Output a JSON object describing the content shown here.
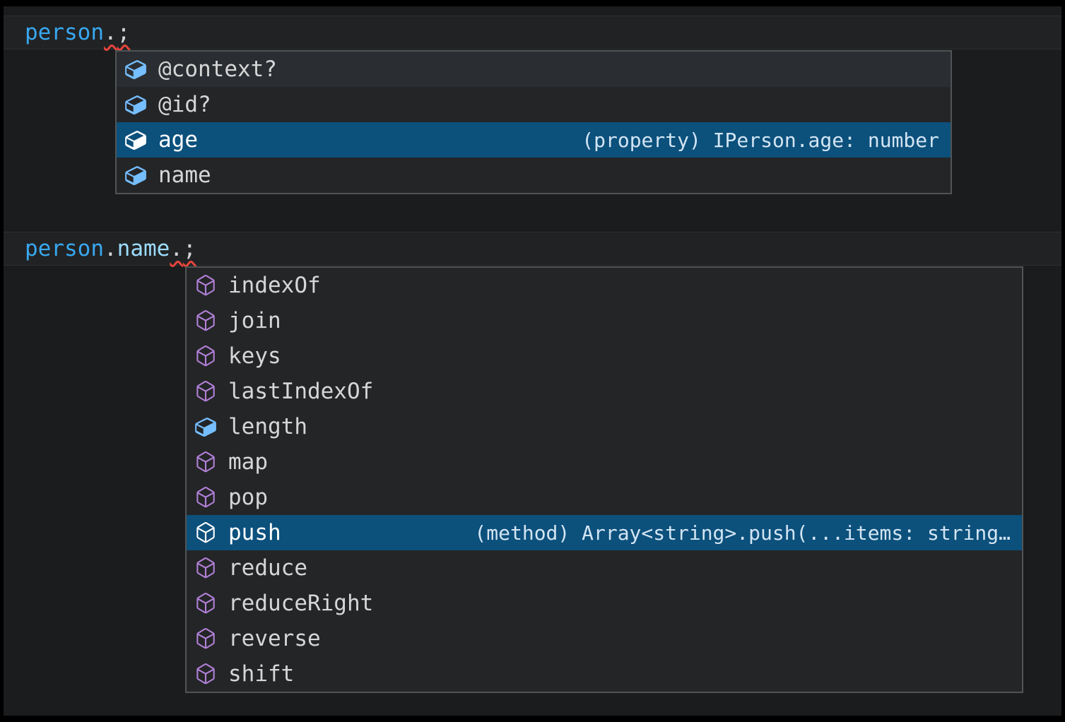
{
  "app": {
    "name": "Code editor with IntelliSense suggestion popups"
  },
  "colors": {
    "selection_background": "#0C507C",
    "hover_background": "#2A2E32",
    "error_squiggle": "#E8453C",
    "widget_background": "#242527",
    "widget_border": "#515456",
    "icon": {
      "field": "#75BEFF",
      "method": "#B180D7",
      "selected": "#FFFFFF"
    }
  },
  "editor": {
    "lines": [
      {
        "text": "person.;",
        "tokens": [
          {
            "text": "person",
            "color": "#38A8F0"
          },
          {
            "text": ".",
            "color": "#D4D4D4",
            "error": true
          },
          {
            "text": ";",
            "color": "#D4D4D4",
            "error": true
          }
        ]
      },
      {
        "text": "person.name.;",
        "tokens": [
          {
            "text": "person",
            "color": "#38A8F0"
          },
          {
            "text": ".",
            "color": "#D4D4D4"
          },
          {
            "text": "name",
            "color": "#9CDCFE"
          },
          {
            "text": ".",
            "color": "#D4D4D4",
            "error": true
          },
          {
            "text": ";",
            "color": "#D4D4D4",
            "error": true
          }
        ]
      }
    ]
  },
  "suggest_widgets": [
    {
      "items": [
        {
          "label": "@context?",
          "kind": "field",
          "state": "hover"
        },
        {
          "label": "@id?",
          "kind": "field",
          "state": "normal"
        },
        {
          "label": "age",
          "kind": "field",
          "state": "selected",
          "detail": "(property) IPerson.age: number"
        },
        {
          "label": "name",
          "kind": "field",
          "state": "normal"
        }
      ]
    },
    {
      "items": [
        {
          "label": "indexOf",
          "kind": "method",
          "state": "normal"
        },
        {
          "label": "join",
          "kind": "method",
          "state": "normal"
        },
        {
          "label": "keys",
          "kind": "method",
          "state": "normal"
        },
        {
          "label": "lastIndexOf",
          "kind": "method",
          "state": "normal"
        },
        {
          "label": "length",
          "kind": "field",
          "state": "normal"
        },
        {
          "label": "map",
          "kind": "method",
          "state": "normal"
        },
        {
          "label": "pop",
          "kind": "method",
          "state": "normal"
        },
        {
          "label": "push",
          "kind": "method",
          "state": "selected",
          "detail": "(method) Array<string>.push(...items: string…"
        },
        {
          "label": "reduce",
          "kind": "method",
          "state": "normal"
        },
        {
          "label": "reduceRight",
          "kind": "method",
          "state": "normal"
        },
        {
          "label": "reverse",
          "kind": "method",
          "state": "normal"
        },
        {
          "label": "shift",
          "kind": "method",
          "state": "normal"
        }
      ]
    }
  ]
}
